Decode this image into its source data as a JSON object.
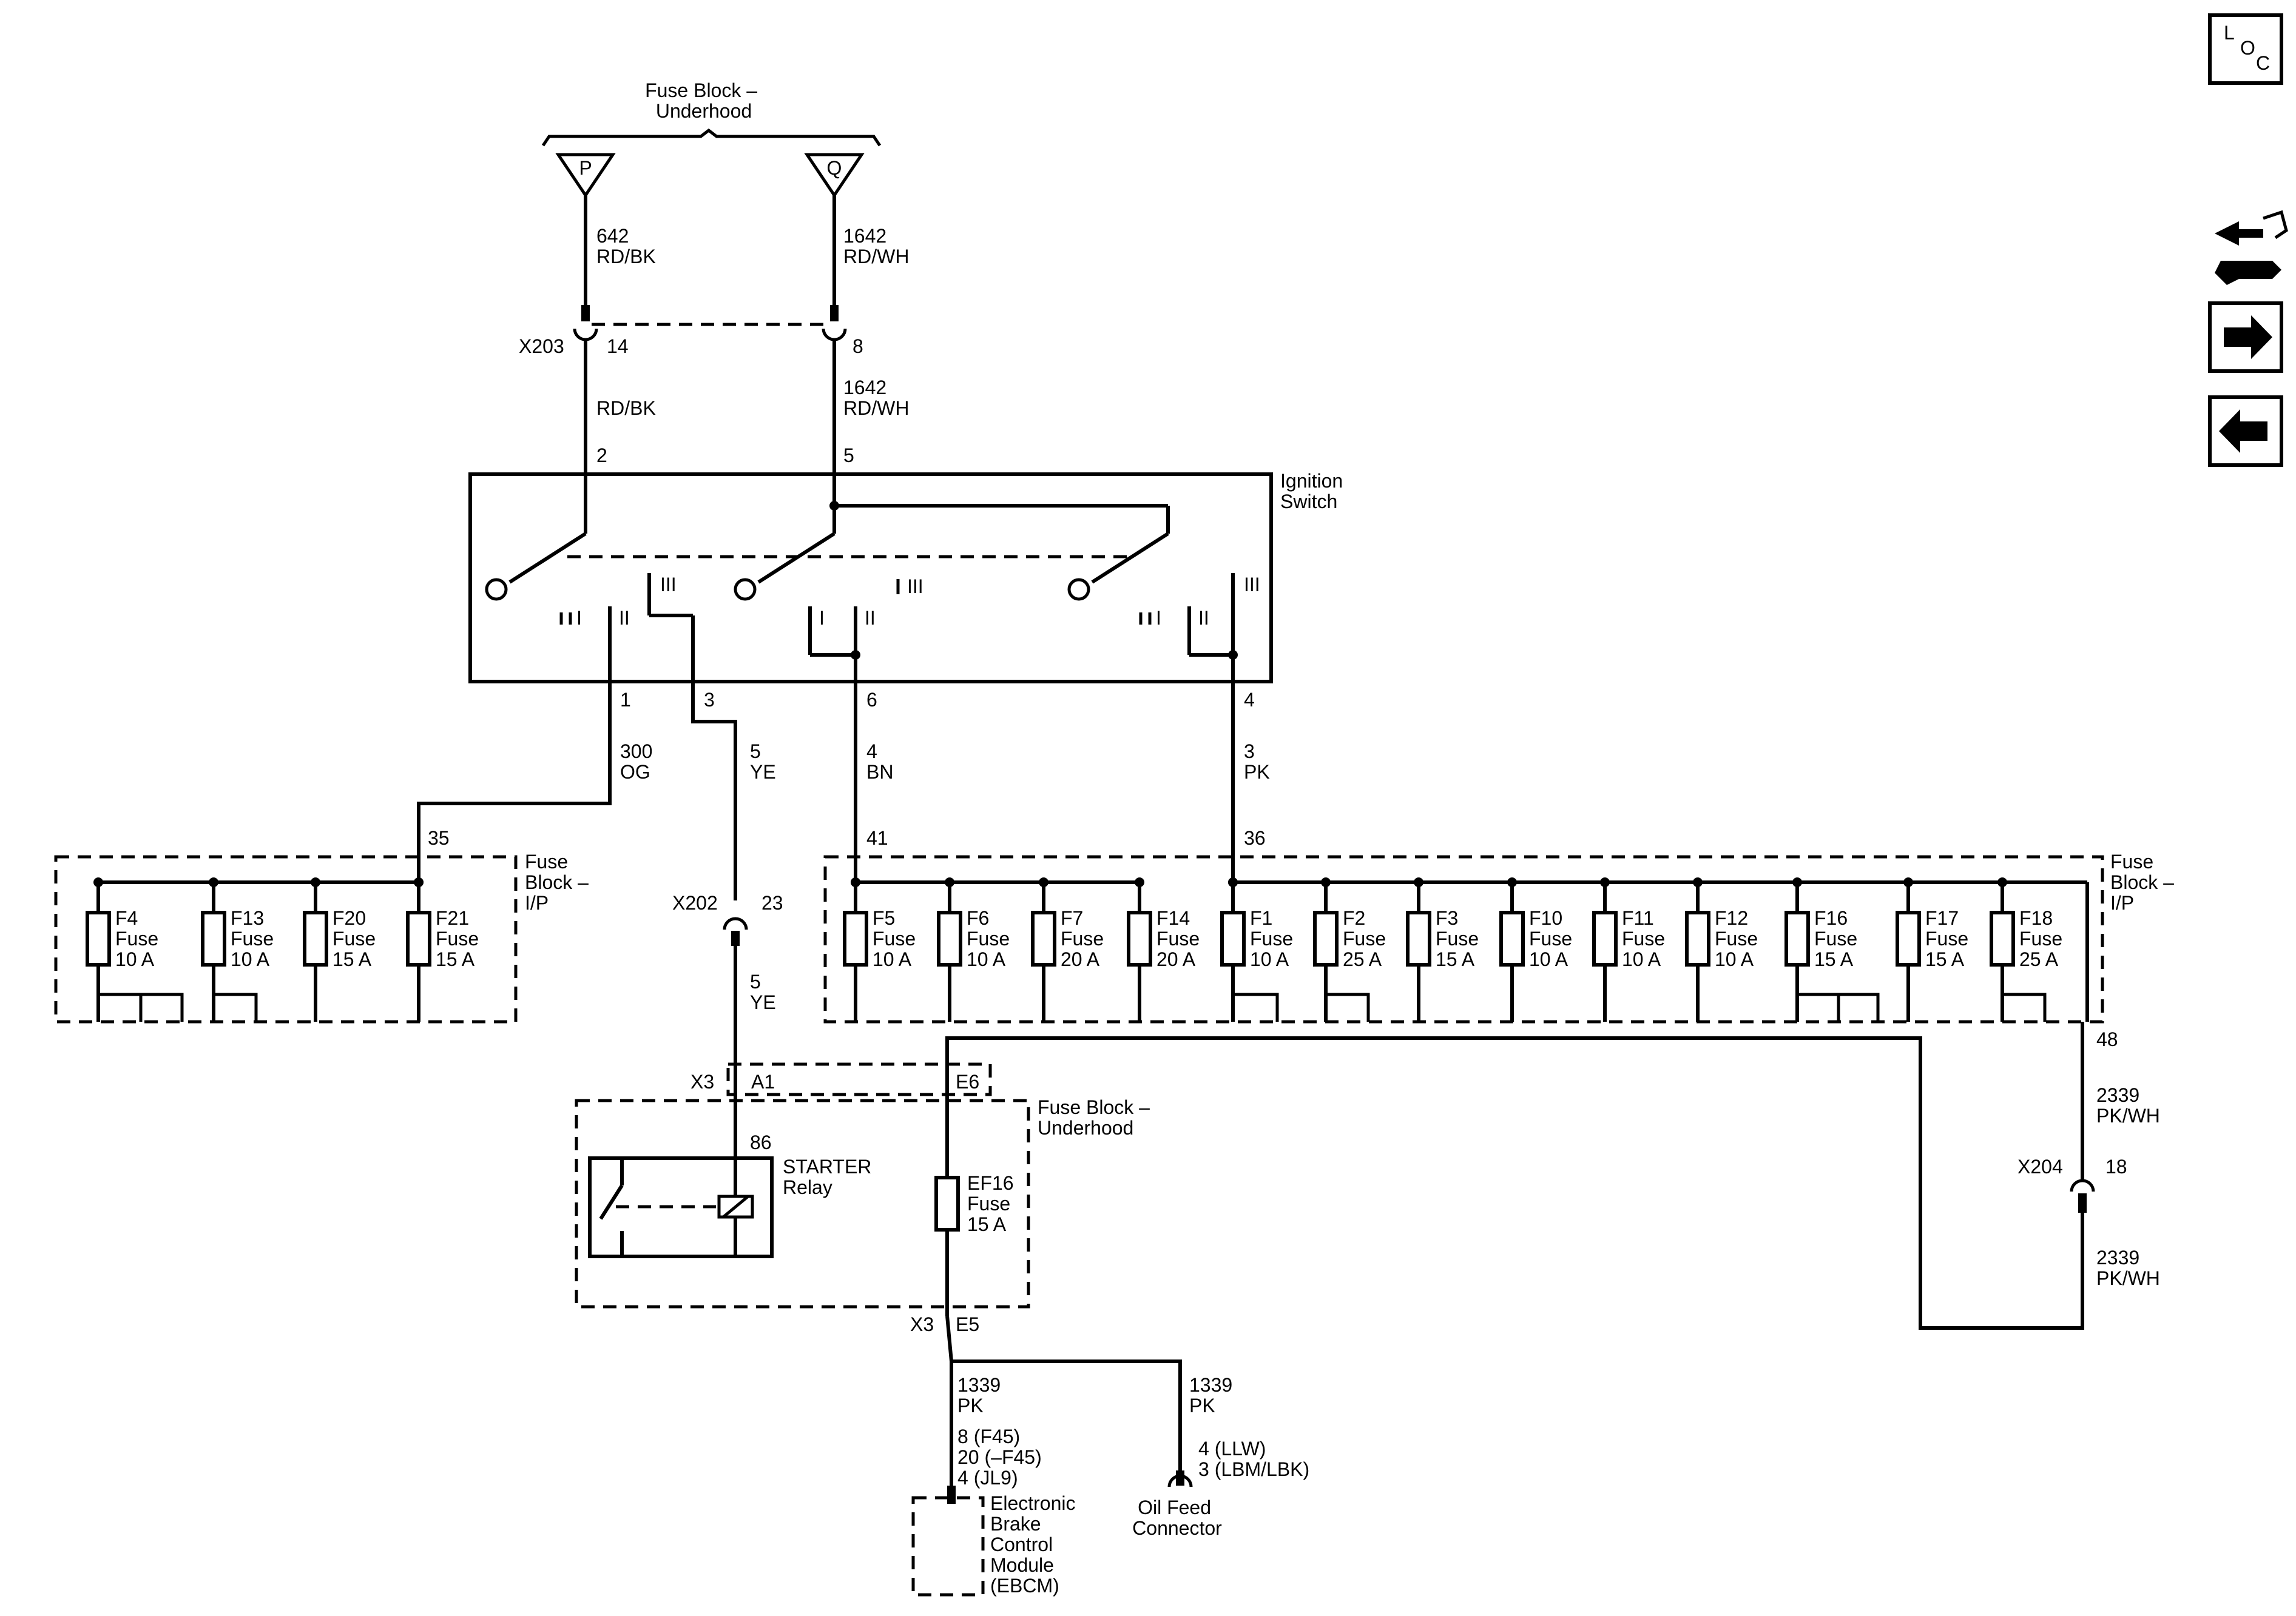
{
  "labels": {
    "fuse_block_underhood_top": [
      "Fuse Block –",
      "Underhood"
    ],
    "terminal_p": "P",
    "terminal_q": "Q",
    "wire_642": [
      "642",
      "RD/BK"
    ],
    "wire_1642_top": [
      "1642",
      "RD/WH"
    ],
    "x203": "X203",
    "x203_pin14": "14",
    "x203_pin8": "8",
    "wire_rdbk": "RD/BK",
    "wire_1642_mid": [
      "1642",
      "RD/WH"
    ],
    "ign_pin2": "2",
    "ign_pin5": "5",
    "ignition_switch": [
      "Ignition",
      "Switch"
    ],
    "pos_I": "I",
    "pos_II": "II",
    "pos_III": "III",
    "ign_pin1": "1",
    "ign_pin3": "3",
    "ign_pin6": "6",
    "ign_pin4": "4",
    "wire_300": [
      "300",
      "OG"
    ],
    "wire_5ye": [
      "5",
      "YE"
    ],
    "wire_4bn": [
      "4",
      "BN"
    ],
    "wire_3pk": [
      "3",
      "PK"
    ],
    "pin35": "35",
    "pin41": "41",
    "pin36": "36",
    "fuse_block_ip_left": [
      "Fuse",
      "Block –",
      "I/P"
    ],
    "fuse_block_ip_right": [
      "Fuse",
      "Block –",
      "I/P"
    ],
    "x202": "X202",
    "x202_pin23": "23",
    "wire_5ye_lower": [
      "5",
      "YE"
    ],
    "x3_top": "X3",
    "pin_a1": "A1",
    "pin_e6": "E6",
    "fuse_block_underhood_mid": [
      "Fuse Block –",
      "Underhood"
    ],
    "pin86": "86",
    "starter_relay": [
      "STARTER",
      "Relay"
    ],
    "ef16": [
      "EF16",
      "Fuse",
      "15 A"
    ],
    "x3_bottom": "X3",
    "pin_e5": "E5",
    "wire_1339_left": [
      "1339",
      "PK"
    ],
    "wire_1339_right": [
      "1339",
      "PK"
    ],
    "ebcm_pins": [
      "8 (F45)",
      "20 (–F45)",
      "4 (JL9)"
    ],
    "oil_pins": [
      "4 (LLW)",
      "3 (LBM/LBK)"
    ],
    "ebcm": [
      "Electronic",
      "Brake",
      "Control",
      "Module",
      "(EBCM)"
    ],
    "oil_feed": [
      "Oil Feed",
      "Connector"
    ],
    "pin48": "48",
    "wire_2339_upper": [
      "2339",
      "PK/WH"
    ],
    "x204": "X204",
    "x204_pin18": "18",
    "wire_2339_lower": [
      "2339",
      "PK/WH"
    ],
    "loc": [
      "L",
      "O",
      "C"
    ]
  },
  "fuses_left": [
    {
      "id": "F4",
      "rating": "10 A"
    },
    {
      "id": "F13",
      "rating": "10 A"
    },
    {
      "id": "F20",
      "rating": "15 A"
    },
    {
      "id": "F21",
      "rating": "15 A"
    }
  ],
  "fuses_right": [
    {
      "id": "F5",
      "rating": "10 A"
    },
    {
      "id": "F6",
      "rating": "10 A"
    },
    {
      "id": "F7",
      "rating": "20 A"
    },
    {
      "id": "F14",
      "rating": "20 A"
    },
    {
      "id": "F1",
      "rating": "10 A"
    },
    {
      "id": "F2",
      "rating": "25 A"
    },
    {
      "id": "F3",
      "rating": "15 A"
    },
    {
      "id": "F10",
      "rating": "10 A"
    },
    {
      "id": "F11",
      "rating": "10 A"
    },
    {
      "id": "F12",
      "rating": "10 A"
    },
    {
      "id": "F16",
      "rating": "15 A"
    },
    {
      "id": "F17",
      "rating": "15 A"
    },
    {
      "id": "F18",
      "rating": "25 A"
    }
  ],
  "fuse_word": "Fuse",
  "nav_icons": [
    "loc-icon",
    "schematic-tools-icon",
    "next-arrow-icon",
    "prev-arrow-icon"
  ]
}
